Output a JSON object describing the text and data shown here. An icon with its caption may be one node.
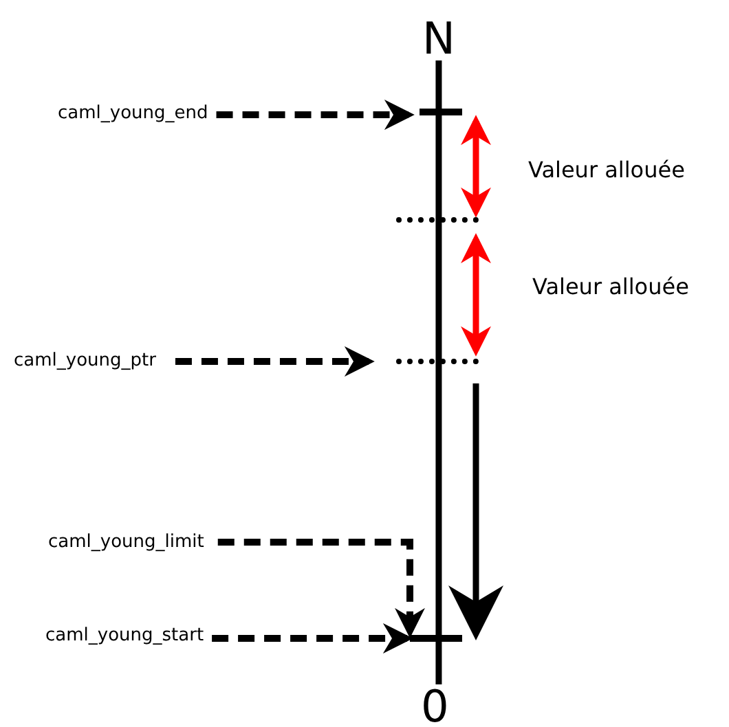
{
  "diagram": {
    "nodes": [
      {
        "text": [
          "N"
        ]
      },
      {
        "text": [
          "0"
        ]
      },
      {
        "text": [
          "caml_young_end"
        ]
      },
      {
        "text": [
          "caml_young_ptr"
        ]
      },
      {
        "text": [
          "caml_young_limit"
        ]
      },
      {
        "text": [
          "caml_young_start"
        ]
      },
      {
        "text": [],
        "shape": "bar"
      },
      {
        "text": [],
        "shape": "line"
      },
      {
        "text": [],
        "shape": "line"
      },
      {
        "text": [],
        "shape": "bar"
      }
    ],
    "edges": [
      {
        "from": 0,
        "to": 1,
        "arrow": "none"
      },
      {
        "from": 2,
        "to": 6,
        "arrow": "to",
        "style": "dashed"
      },
      {
        "from": 3,
        "to": 8,
        "arrow": "to",
        "style": "dashed"
      },
      {
        "from": 4,
        "to": 9,
        "arrow": "to",
        "style": "dashed"
      },
      {
        "from": 5,
        "to": 9,
        "arrow": "to",
        "style": "dashed"
      },
      {
        "from": 6,
        "to": 7,
        "arrow": "both",
        "color": "#ff0000"
      },
      {
        "from": 7,
        "to": 8,
        "arrow": "both",
        "color": "#ff0000"
      },
      {
        "from": 8,
        "to": 9,
        "arrow": "to"
      }
    ],
    "labels": [
      "Valeur allouée",
      "Valeur allouée"
    ]
  }
}
